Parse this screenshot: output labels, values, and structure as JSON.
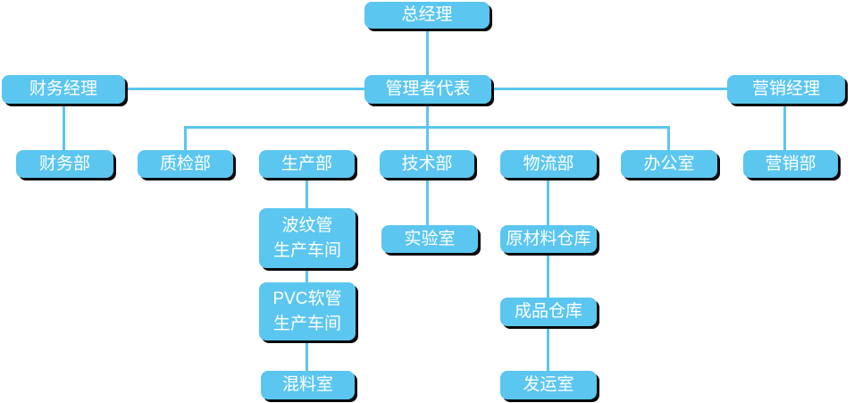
{
  "org_chart": {
    "nodes": [
      {
        "id": "general-manager",
        "label": "总经理"
      },
      {
        "id": "finance-manager",
        "label": "财务经理"
      },
      {
        "id": "management-representative",
        "label": "管理者代表"
      },
      {
        "id": "marketing-manager",
        "label": "营销经理"
      },
      {
        "id": "finance-dept",
        "label": "财务部"
      },
      {
        "id": "quality-inspection-dept",
        "label": "质检部"
      },
      {
        "id": "production-dept",
        "label": "生产部"
      },
      {
        "id": "technology-dept",
        "label": "技术部"
      },
      {
        "id": "logistics-dept",
        "label": "物流部"
      },
      {
        "id": "office",
        "label": "办公室"
      },
      {
        "id": "marketing-dept",
        "label": "营销部"
      },
      {
        "id": "corrugated-pipe-workshop",
        "label": "波纹管\n生产车间"
      },
      {
        "id": "laboratory",
        "label": "实验室"
      },
      {
        "id": "raw-material-warehouse",
        "label": "原材料仓库"
      },
      {
        "id": "pvc-hose-workshop",
        "label": "PVC软管\n生产车间"
      },
      {
        "id": "finished-goods-warehouse",
        "label": "成品仓库"
      },
      {
        "id": "mixing-room",
        "label": "混料室"
      },
      {
        "id": "shipping-room",
        "label": "发运室"
      }
    ],
    "edges": [
      [
        "总经理",
        "管理者代表"
      ],
      [
        "管理者代表",
        "财务经理"
      ],
      [
        "管理者代表",
        "营销经理"
      ],
      [
        "财务经理",
        "财务部"
      ],
      [
        "营销经理",
        "营销部"
      ],
      [
        "管理者代表",
        "质检部"
      ],
      [
        "管理者代表",
        "生产部"
      ],
      [
        "管理者代表",
        "技术部"
      ],
      [
        "管理者代表",
        "物流部"
      ],
      [
        "管理者代表",
        "办公室"
      ],
      [
        "生产部",
        "波纹管生产车间"
      ],
      [
        "波纹管生产车间",
        "PVC软管生产车间"
      ],
      [
        "PVC软管生产车间",
        "混料室"
      ],
      [
        "技术部",
        "实验室"
      ],
      [
        "物流部",
        "原材料仓库"
      ],
      [
        "原材料仓库",
        "成品仓库"
      ],
      [
        "成品仓库",
        "发运室"
      ]
    ],
    "colors": {
      "node_fill": "#5bc6f0",
      "node_text": "#ffffff",
      "connector": "#5bc6f0",
      "shadow": "#0a0a0a",
      "background": "#ffffff"
    }
  }
}
